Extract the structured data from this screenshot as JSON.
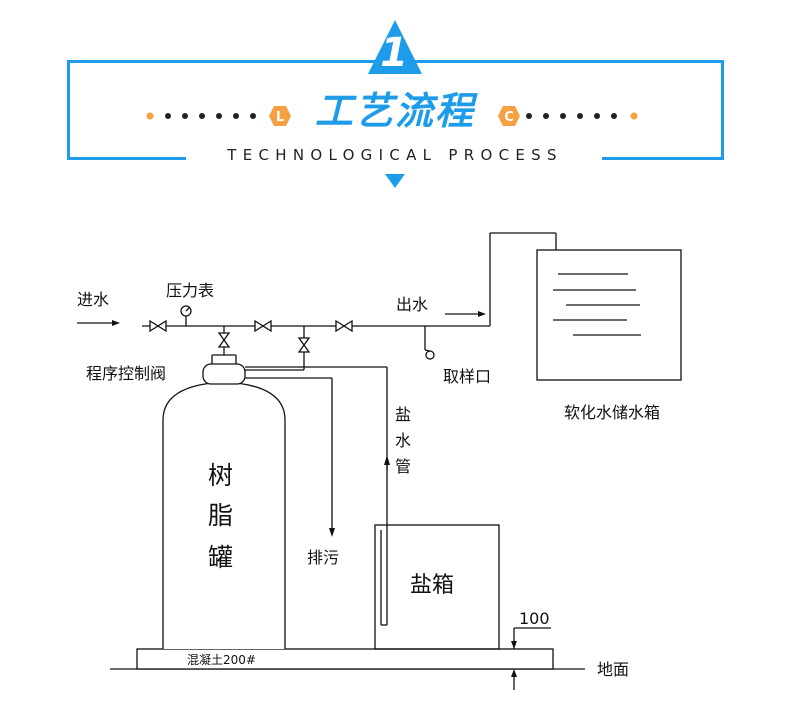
{
  "header": {
    "number": "1",
    "title_cn": "工艺流程",
    "title_en": "TECHNOLOGICAL PROCESS",
    "badge_left": "L",
    "badge_right": "C",
    "accent_color": "#1e9be9",
    "dot_color_orange": "#f5a042",
    "dot_color_dark": "#222222"
  },
  "diagram": {
    "inlet": "进水",
    "pressure_gauge": "压力表",
    "program_valve": "程序控制阀",
    "outlet": "出水",
    "sample_port": "取样口",
    "storage_tank": "软化水储水箱",
    "resin_tank": [
      "树",
      "脂",
      "罐"
    ],
    "brine_pipe": [
      "盐",
      "水",
      "管"
    ],
    "drain": "排污",
    "brine_box": "盐箱",
    "concrete": "混凝土200#",
    "dim_100": "100",
    "ground": "地面"
  }
}
